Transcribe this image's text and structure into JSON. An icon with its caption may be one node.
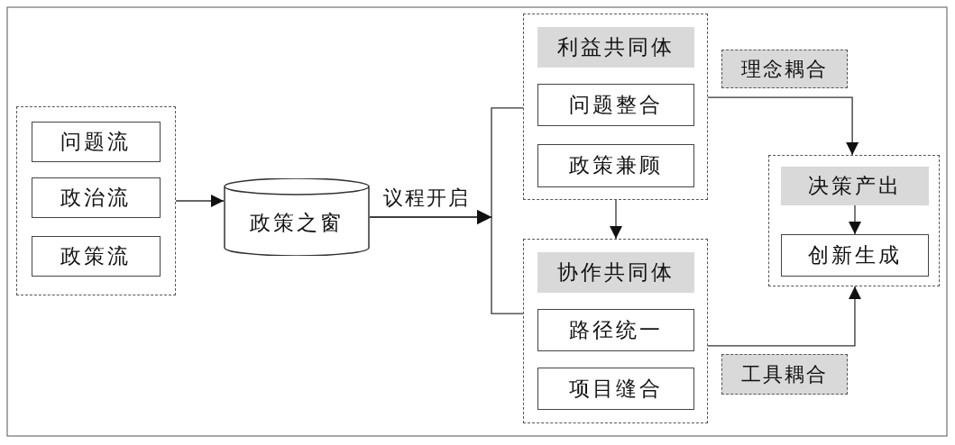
{
  "diagram": {
    "nodes": [
      {
        "text": [],
        "shape": "box"
      },
      {
        "text": [
          "问题流"
        ],
        "in": 0
      },
      {
        "text": [
          "政治流"
        ],
        "in": 0
      },
      {
        "text": [
          "政策流"
        ],
        "in": 0
      },
      {
        "text": [
          "政策之窗"
        ]
      },
      {
        "text": [],
        "shape": "box"
      },
      {
        "text": [
          "利益共同体"
        ],
        "in": 5
      },
      {
        "text": [
          "问题整合"
        ],
        "in": 5
      },
      {
        "text": [
          "政策兼顾"
        ],
        "in": 5
      },
      {
        "text": [],
        "shape": "box"
      },
      {
        "text": [
          "协作共同体"
        ],
        "in": 9
      },
      {
        "text": [
          "路径统一"
        ],
        "in": 9
      },
      {
        "text": [
          "项目缝合"
        ],
        "in": 9
      },
      {
        "text": [],
        "shape": "box"
      },
      {
        "text": [
          "决策产出"
        ],
        "in": 13
      },
      {
        "text": [
          "创新生成"
        ],
        "in": 13
      }
    ],
    "edges": [
      {
        "from": 0,
        "to": 4,
        "arrow": "to"
      },
      {
        "from": 4,
        "to": 5,
        "arrow": "to",
        "label": "议程开启"
      },
      {
        "from": 4,
        "to": 9,
        "arrow": "to"
      },
      {
        "from": 5,
        "to": 9,
        "arrow": "to"
      },
      {
        "from": 5,
        "to": 13,
        "arrow": "to",
        "label": "理念耦合"
      },
      {
        "from": 9,
        "to": 13,
        "arrow": "to",
        "label": "工具耦合"
      },
      {
        "from": 14,
        "to": 15,
        "arrow": "to"
      }
    ]
  }
}
